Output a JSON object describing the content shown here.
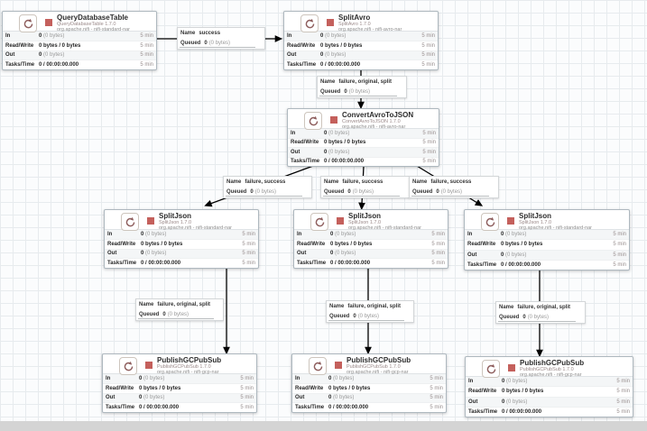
{
  "stat_labels": {
    "in": "In",
    "read_write": "Read/Write",
    "out": "Out",
    "tasks_time": "Tasks/Time",
    "window": "5 min"
  },
  "processors": [
    {
      "name": "QueryDatabaseTable",
      "type": "QueryDatabaseTable 1.7.0",
      "bundle": "org.apache.nifi - nifi-standard-nar",
      "in_num": "0",
      "in_bytes": "(0 bytes)",
      "read_write": "0 bytes / 0 bytes",
      "out_num": "0",
      "out_bytes": "(0 bytes)",
      "tasks_time": "0 / 00:00:00.000"
    },
    {
      "name": "SplitAvro",
      "type": "SplitAvro 1.7.0",
      "bundle": "org.apache.nifi - nifi-avro-nar",
      "in_num": "0",
      "in_bytes": "(0 bytes)",
      "read_write": "0 bytes / 0 bytes",
      "out_num": "0",
      "out_bytes": "(0 bytes)",
      "tasks_time": "0 / 00:00:00.000"
    },
    {
      "name": "ConvertAvroToJSON",
      "type": "ConvertAvroToJSON 1.7.0",
      "bundle": "org.apache.nifi - nifi-avro-nar",
      "in_num": "0",
      "in_bytes": "(0 bytes)",
      "read_write": "0 bytes / 0 bytes",
      "out_num": "0",
      "out_bytes": "(0 bytes)",
      "tasks_time": "0 / 00:00:00.000"
    },
    {
      "name": "SplitJson",
      "type": "SplitJson 1.7.0",
      "bundle": "org.apache.nifi - nifi-standard-nar",
      "in_num": "0",
      "in_bytes": "(0 bytes)",
      "read_write": "0 bytes / 0 bytes",
      "out_num": "0",
      "out_bytes": "(0 bytes)",
      "tasks_time": "0 / 00:00:00.000"
    },
    {
      "name": "SplitJson",
      "type": "SplitJson 1.7.0",
      "bundle": "org.apache.nifi - nifi-standard-nar",
      "in_num": "0",
      "in_bytes": "(0 bytes)",
      "read_write": "0 bytes / 0 bytes",
      "out_num": "0",
      "out_bytes": "(0 bytes)",
      "tasks_time": "0 / 00:00:00.000"
    },
    {
      "name": "SplitJson",
      "type": "SplitJson 1.7.0",
      "bundle": "org.apache.nifi - nifi-standard-nar",
      "in_num": "0",
      "in_bytes": "(0 bytes)",
      "read_write": "0 bytes / 0 bytes",
      "out_num": "0",
      "out_bytes": "(0 bytes)",
      "tasks_time": "0 / 00:00:00.000"
    },
    {
      "name": "PublishGCPubSub",
      "type": "PublishGCPubSub 1.7.0",
      "bundle": "org.apache.nifi - nifi-gcp-nar",
      "in_num": "0",
      "in_bytes": "(0 bytes)",
      "read_write": "0 bytes / 0 bytes",
      "out_num": "0",
      "out_bytes": "(0 bytes)",
      "tasks_time": "0 / 00:00:00.000"
    },
    {
      "name": "PublishGCPubSub",
      "type": "PublishGCPubSub 1.7.0",
      "bundle": "org.apache.nifi - nifi-gcp-nar",
      "in_num": "0",
      "in_bytes": "(0 bytes)",
      "read_write": "0 bytes / 0 bytes",
      "out_num": "0",
      "out_bytes": "(0 bytes)",
      "tasks_time": "0 / 00:00:00.000"
    },
    {
      "name": "PublishGCPubSub",
      "type": "PublishGCPubSub 1.7.0",
      "bundle": "org.apache.nifi - nifi-gcp-nar",
      "in_num": "0",
      "in_bytes": "(0 bytes)",
      "read_write": "0 bytes / 0 bytes",
      "out_num": "0",
      "out_bytes": "(0 bytes)",
      "tasks_time": "0 / 00:00:00.000"
    }
  ],
  "connections": [
    {
      "name_label": "Name",
      "name": "success",
      "queued_label": "Queued",
      "queued_num": "0",
      "queued_bytes": "(0 bytes)"
    },
    {
      "name_label": "Name",
      "name": "failure, original, split",
      "queued_label": "Queued",
      "queued_num": "0",
      "queued_bytes": "(0 bytes)"
    },
    {
      "name_label": "Name",
      "name": "failure, success",
      "queued_label": "Queued",
      "queued_num": "0",
      "queued_bytes": "(0 bytes)"
    },
    {
      "name_label": "Name",
      "name": "failure, success",
      "queued_label": "Queued",
      "queued_num": "0",
      "queued_bytes": "(0 bytes)"
    },
    {
      "name_label": "Name",
      "name": "failure, success",
      "queued_label": "Queued",
      "queued_num": "0",
      "queued_bytes": "(0 bytes)"
    },
    {
      "name_label": "Name",
      "name": "failure, original, split",
      "queued_label": "Queued",
      "queued_num": "0",
      "queued_bytes": "(0 bytes)"
    },
    {
      "name_label": "Name",
      "name": "failure, original, split",
      "queued_label": "Queued",
      "queued_num": "0",
      "queued_bytes": "(0 bytes)"
    },
    {
      "name_label": "Name",
      "name": "failure, original, split",
      "queued_label": "Queued",
      "queued_num": "0",
      "queued_bytes": "(0 bytes)"
    }
  ],
  "colors": {
    "stopped_indicator": "#c4605c",
    "processor_icon": "#8f5f5e",
    "connection_line": "#000000",
    "canvas_grid": "#e7ebee"
  }
}
